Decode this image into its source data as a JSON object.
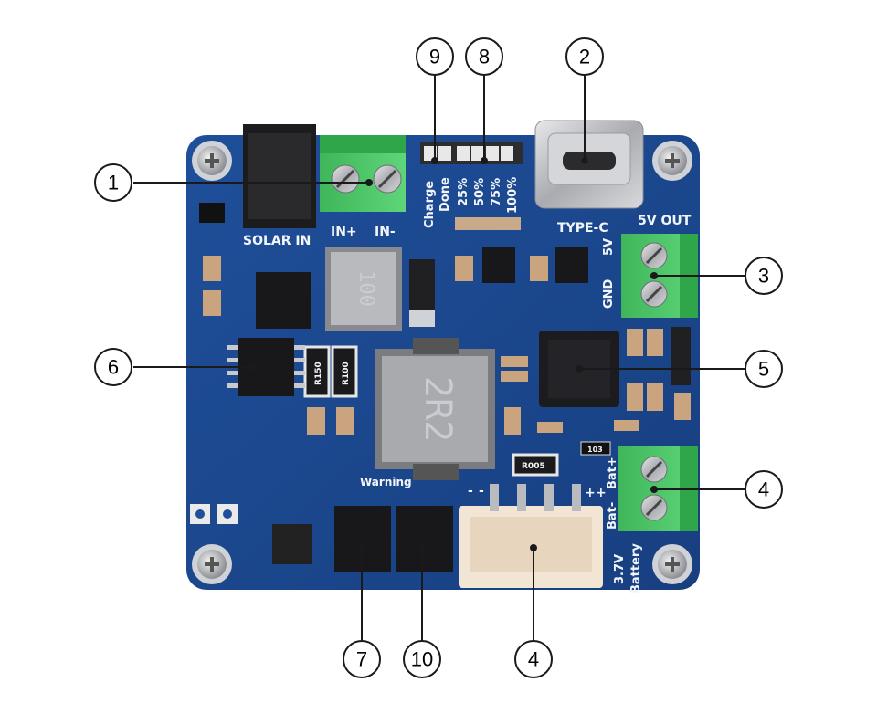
{
  "board": {
    "solar_label": "SOLAR IN",
    "in_plus": "IN+",
    "in_minus": "IN-",
    "type_c": "TYPE-C",
    "out_label": "5V OUT",
    "out_5v": "5V",
    "out_gnd": "GND",
    "bat_plus": "Bat+",
    "bat_minus": "Bat-",
    "battery_line1": "3.7V",
    "battery_line2": "Battery",
    "warning": "Warning",
    "led_labels": [
      "Charge",
      "Done",
      "25%",
      "50%",
      "75%",
      "100%"
    ],
    "inductor_small_mark": "100",
    "inductor_big_mark": "2R2",
    "resistor_marks": [
      "R150",
      "R100",
      "R005"
    ],
    "smd_mark": "103",
    "jst_marks": [
      "-",
      "-",
      "+",
      "+"
    ]
  },
  "callouts": [
    "1",
    "2",
    "3",
    "4",
    "5",
    "6",
    "7",
    "8",
    "9",
    "10",
    "4"
  ]
}
